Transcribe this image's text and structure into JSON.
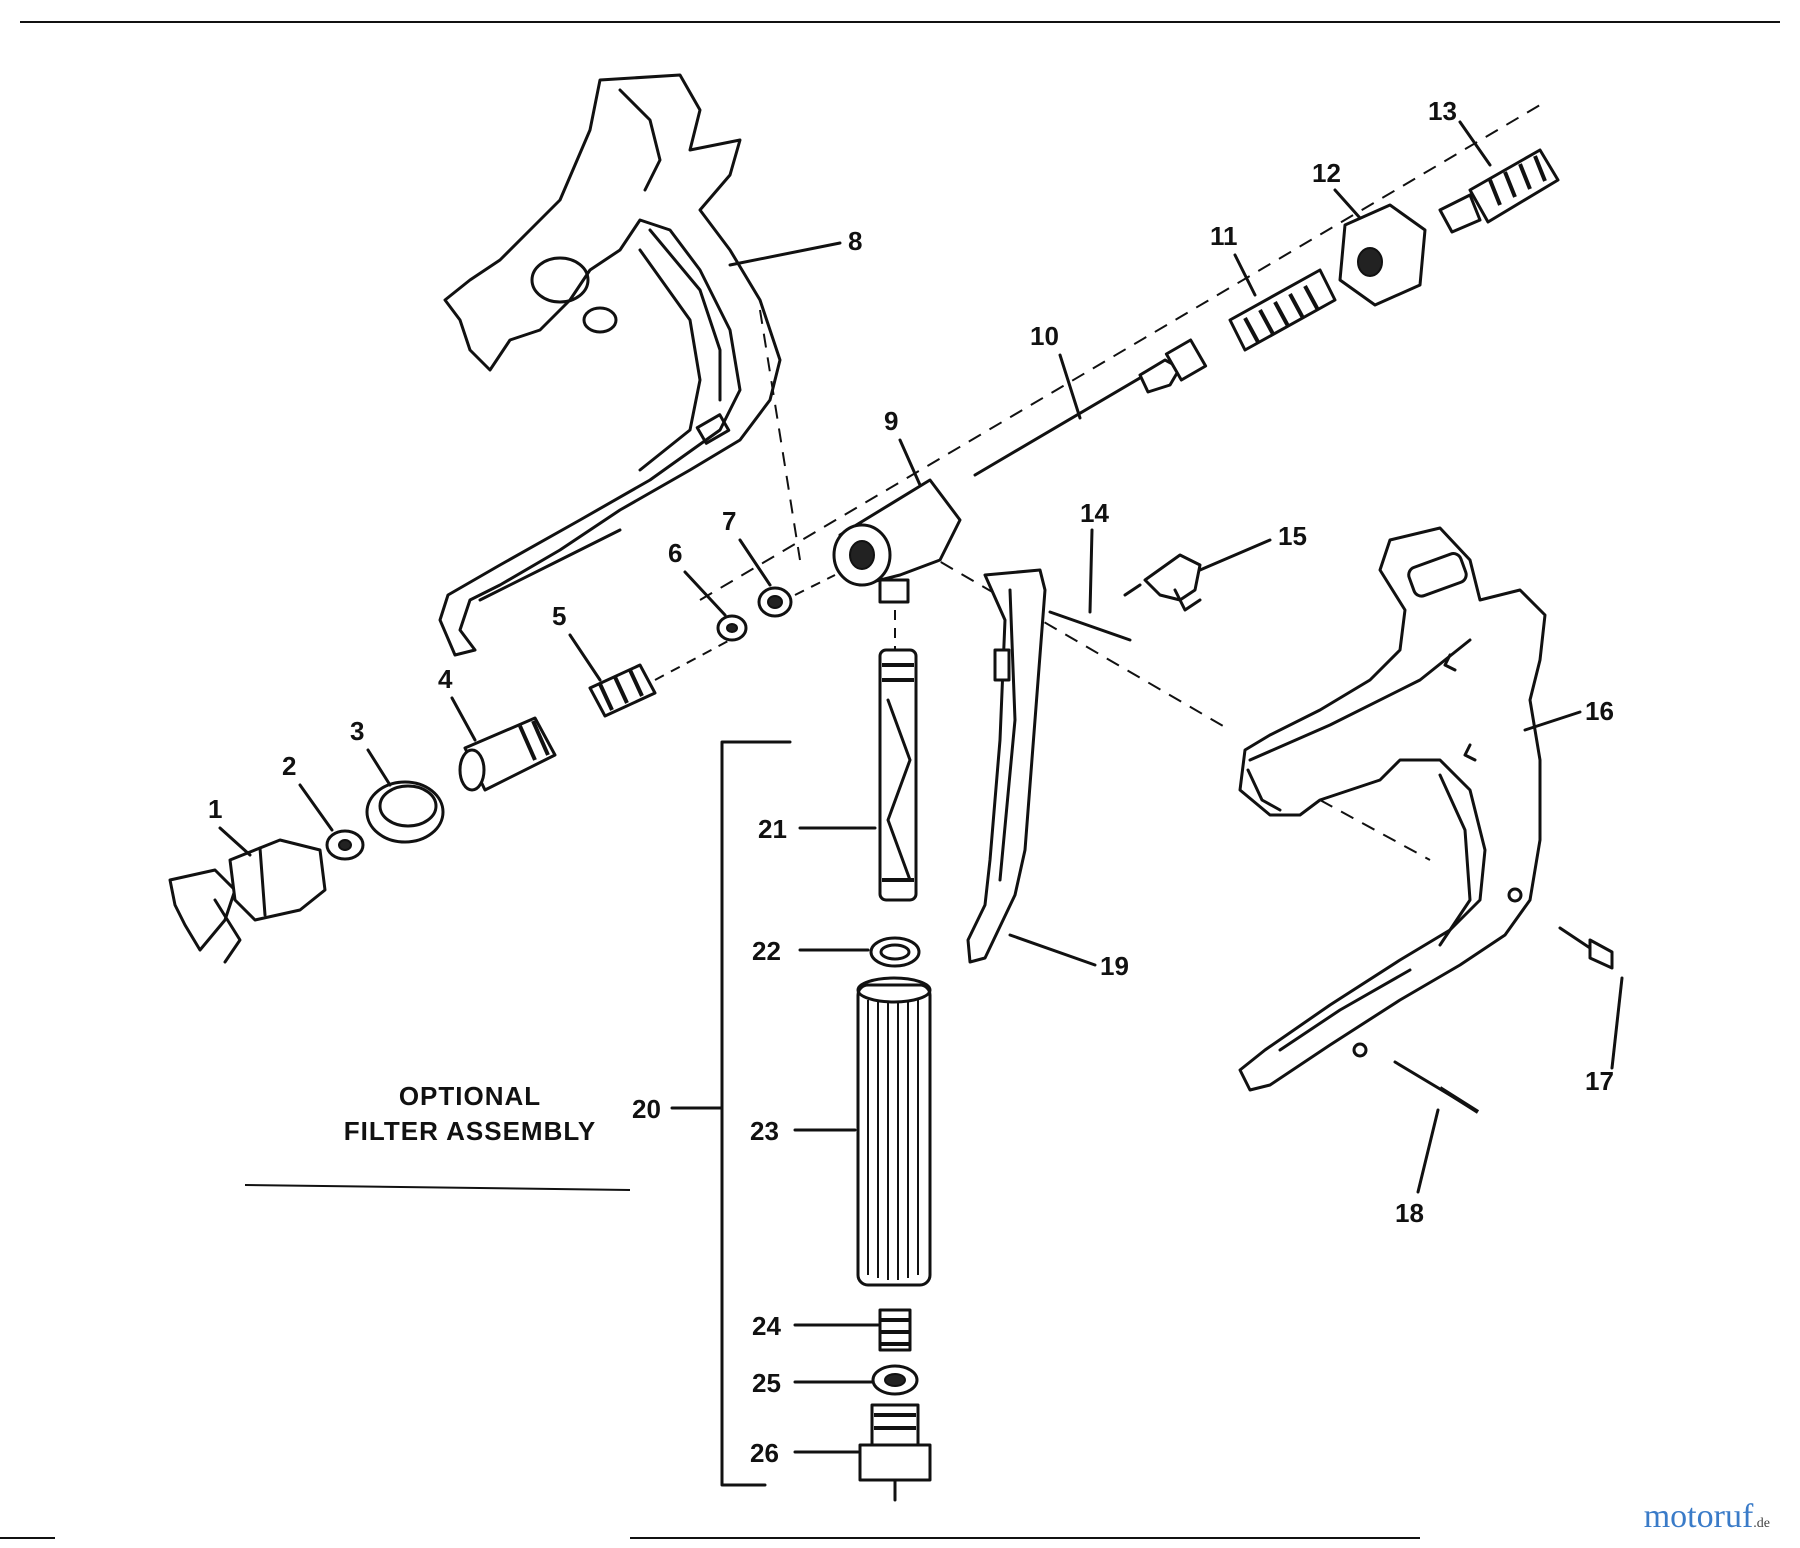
{
  "diagram": {
    "part_numbers": [
      "1",
      "2",
      "3",
      "4",
      "5",
      "6",
      "7",
      "8",
      "9",
      "10",
      "11",
      "12",
      "13",
      "14",
      "15",
      "16",
      "17",
      "18",
      "19",
      "20",
      "21",
      "22",
      "23",
      "24",
      "25",
      "26"
    ],
    "note": {
      "line1": "OPTIONAL",
      "line2": "FILTER ASSEMBLY"
    }
  },
  "watermark": {
    "brand": "motoruf",
    "tld": ".de"
  },
  "colors": {
    "ink": "#111111",
    "paper": "#ffffff"
  }
}
